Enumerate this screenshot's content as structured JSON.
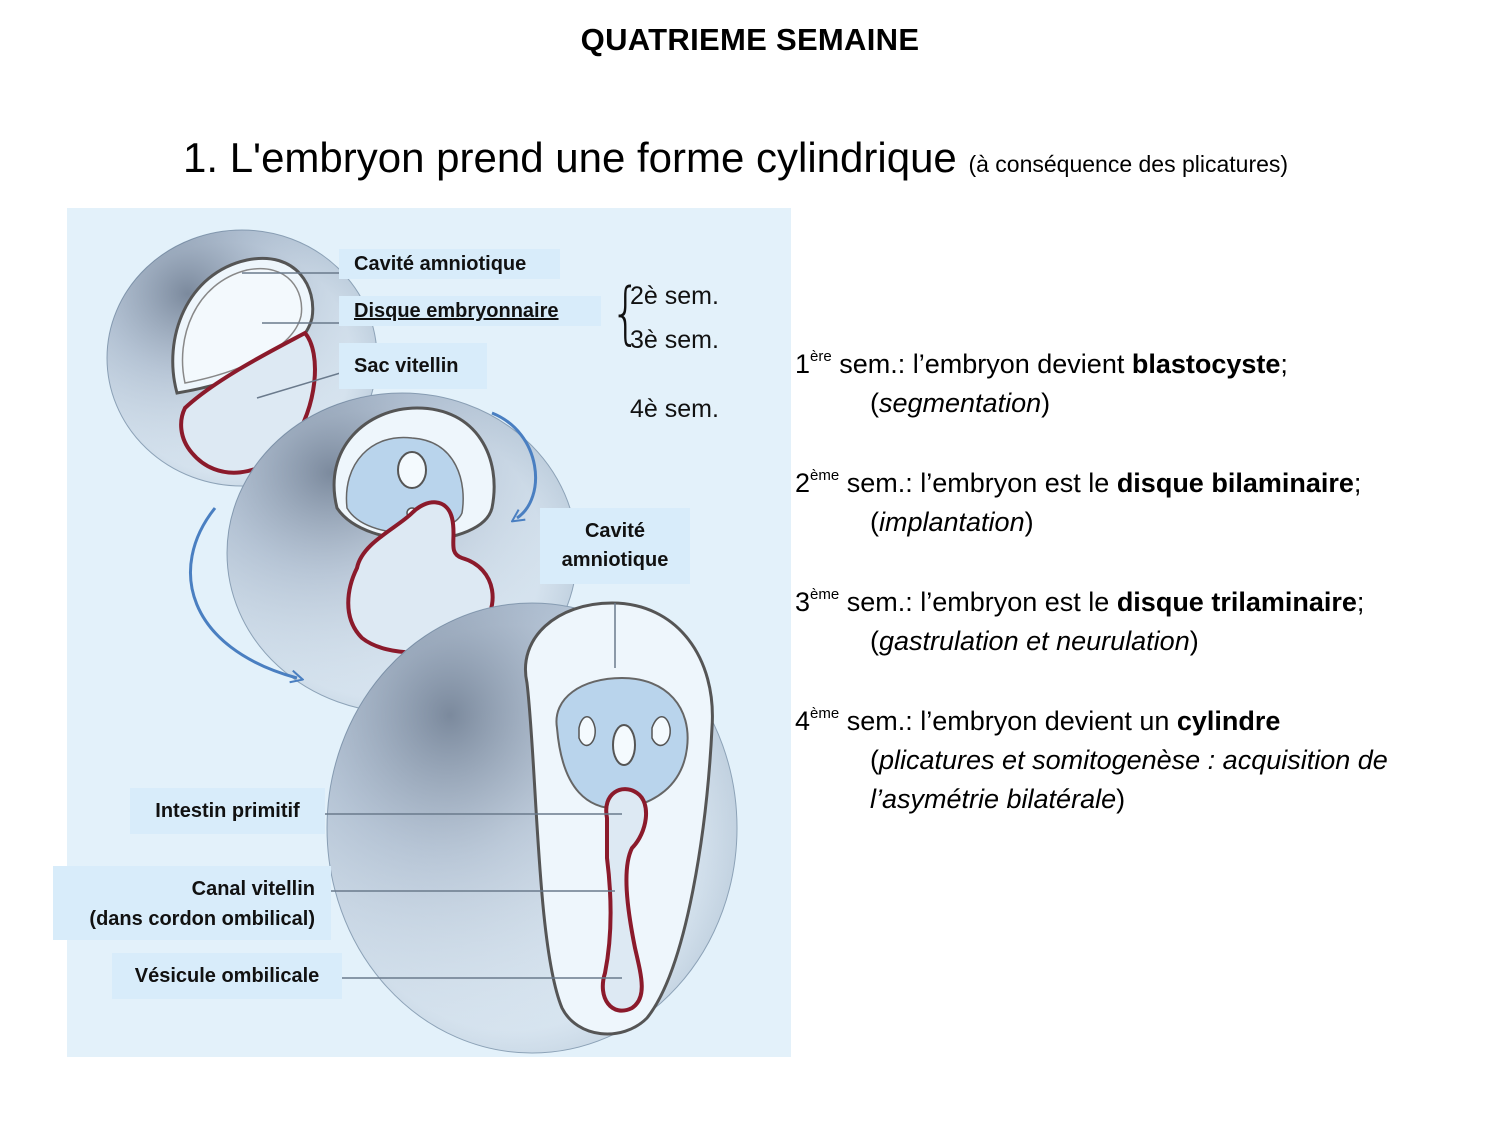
{
  "header": "QUATRIEME SEMAINE",
  "title": {
    "main": "1. L'embryon prend une forme cylindrique",
    "sub": "(à conséquence des plicatures)"
  },
  "figure": {
    "labels": {
      "cavite_amniotique_top": "Cavité amniotique",
      "disque_embryonnaire": "Disque embryonnaire",
      "sac_vitellin": "Sac vitellin",
      "cavite_amniotique_mid_1": "Cavité",
      "cavite_amniotique_mid_2": "amniotique",
      "intestin_primitif": "Intestin primitif",
      "canal_vitellin_1": "Canal vitellin",
      "canal_vitellin_2": "(dans cordon ombilical)",
      "vesicule_ombilicale": "Vésicule ombilicale"
    },
    "weeks": {
      "w2": "2è sem.",
      "w3": "3è sem.",
      "w4": "4è sem."
    },
    "colors": {
      "background": "#e3f1fa",
      "membrane": "#8b1a2b",
      "arrow": "#4a7fc1",
      "inner_fill": "#b9d4ec",
      "label_bg": "#d8ecfa"
    }
  },
  "summary": {
    "w1": {
      "num": "1",
      "sup": "ère",
      "lead": " sem.: l’embryon devient ",
      "bold": "blastocyste",
      "end": ";",
      "detail_open": "(",
      "detail": "segmentation",
      "detail_close": ")"
    },
    "w2": {
      "num": "2",
      "sup": "ème",
      "lead": " sem.: l’embryon est le ",
      "bold": "disque bilaminaire",
      "end": ";",
      "detail_open": "(",
      "detail": "implantation",
      "detail_close": ")"
    },
    "w3": {
      "num": "3",
      "sup": "ème",
      "lead": " sem.: l’embryon est le ",
      "bold": "disque trilaminaire",
      "end": ";",
      "detail_open": "(",
      "detail": "gastrulation et neurulation",
      "detail_close": ")"
    },
    "w4": {
      "num": "4",
      "sup": "ème",
      "lead": " sem.: l’embryon devient un ",
      "bold": "cylindre",
      "end": "",
      "detail_open": "(",
      "detail": "plicatures et somitogenèse : acquisition de l’asymétrie bilatérale",
      "detail_close": ")"
    }
  }
}
